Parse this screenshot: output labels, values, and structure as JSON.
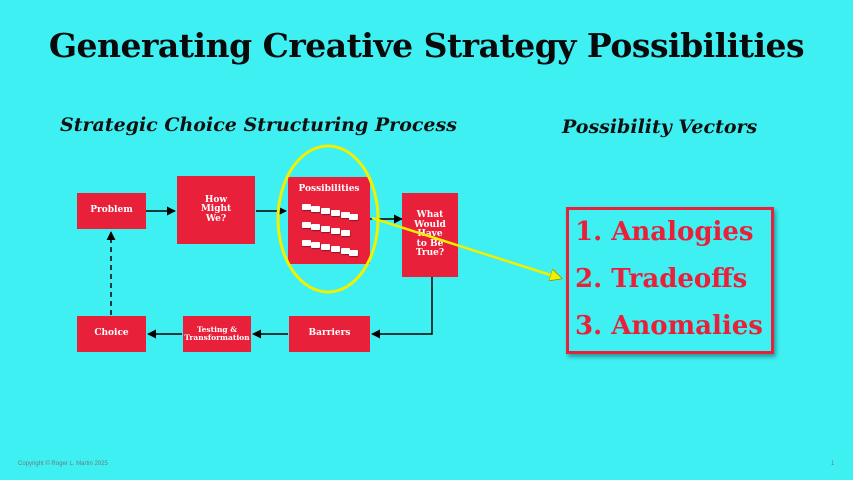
{
  "slide": {
    "title": "Generating Creative Strategy Possibilities",
    "left_subtitle": "Strategic Choice Structuring Process",
    "right_subtitle": "Possibility Vectors",
    "footer_copyright": "Copyright © Roger L. Martin 2025",
    "page_number": "1"
  },
  "process": {
    "problem": "Problem",
    "how_might_we": [
      "How",
      "Might",
      "We?"
    ],
    "possibilities": "Possibilities",
    "what_would": [
      "What",
      "Would",
      "Have",
      "to Be",
      "True?"
    ],
    "barriers": "Barriers",
    "testing": [
      "Testing &",
      "Transformation"
    ],
    "choice": "Choice"
  },
  "vectors": {
    "items": [
      "1.  Analogies",
      "2.  Tradeoffs",
      "3.  Anomalies"
    ]
  },
  "colors": {
    "background": "#3ef0f2",
    "box_red": "#e8203a",
    "highlight_yellow": "#f0f000"
  }
}
